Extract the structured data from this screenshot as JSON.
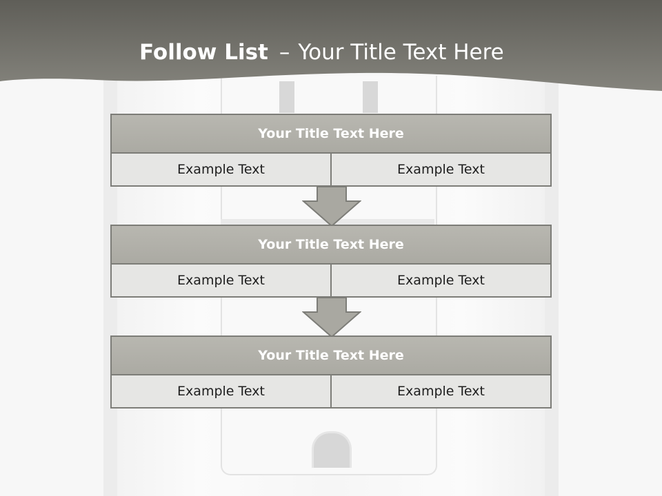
{
  "header": {
    "title_bold": "Follow List",
    "separator": "–",
    "title_rest": "Your Title Text Here"
  },
  "colors": {
    "header_band": "#6e6d66",
    "block_title_bg": "#b1b0a9",
    "block_cell_bg": "#e6e6e4",
    "border": "#7d7d78",
    "arrow_fill": "#a9a8a1"
  },
  "flow": {
    "steps": [
      {
        "title": "Your Title Text Here",
        "left": "Example Text",
        "right": "Example Text"
      },
      {
        "title": "Your Title Text Here",
        "left": "Example Text",
        "right": "Example Text"
      },
      {
        "title": "Your Title Text Here",
        "left": "Example Text",
        "right": "Example Text"
      }
    ],
    "connector_icon": "down-arrow-icon"
  }
}
